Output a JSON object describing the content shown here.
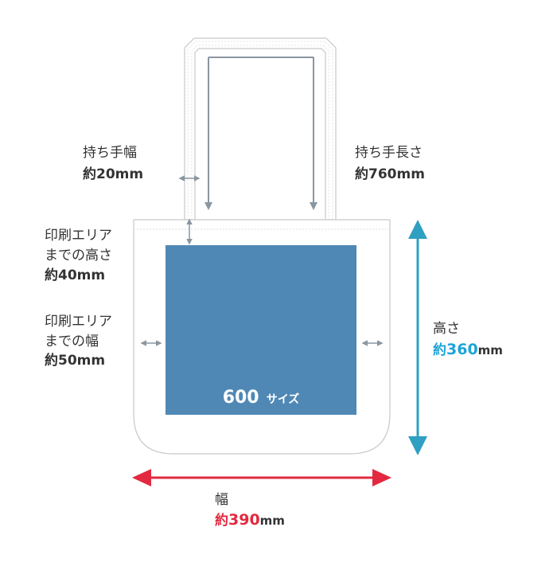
{
  "colors": {
    "bag_outline": "#c8c8c8",
    "handle_arrow": "#8a96a0",
    "print_area": "#4f88b5",
    "height_arrow": "#2f9fc2",
    "width_arrow": "#e2293f",
    "height_value": "#1da4d8",
    "width_value": "#e2293f",
    "text": "#333333"
  },
  "handle_width": {
    "label": "持ち手幅",
    "prefix": "約",
    "value": "20mm"
  },
  "handle_length": {
    "label": "持ち手長さ",
    "prefix": "約",
    "value": "760mm"
  },
  "print_top": {
    "line1": "印刷エリア",
    "line2": "までの高さ",
    "prefix": "約",
    "value": "40mm"
  },
  "print_side": {
    "line1": "印刷エリア",
    "line2": "までの幅",
    "prefix": "約",
    "value": "50mm"
  },
  "height": {
    "label": "高さ",
    "prefix": "約",
    "value": "360",
    "unit": "mm"
  },
  "width": {
    "label": "幅",
    "prefix": "約",
    "value": "390",
    "unit": "mm"
  },
  "print_area": {
    "size": "600",
    "suffix": "サイズ"
  }
}
